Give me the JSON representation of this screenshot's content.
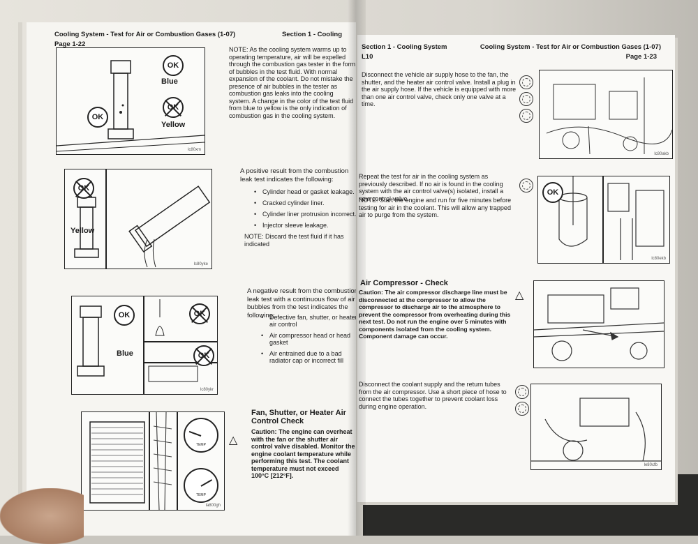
{
  "left_page": {
    "header_title": "Cooling System - Test for Air or Combustion Gases (1-07)",
    "header_page": "Page 1-22",
    "header_section": "Section 1 - Cooling",
    "fig1": {
      "ok_top": "OK",
      "blue": "Blue",
      "ok_mid": "OK",
      "x_mid": "OK",
      "yellow": "Yellow",
      "code": "lc80xm"
    },
    "para1": "NOTE: As the cooling system warms up to operating temperature, air will be expelled through the combustion gas tester in the form of bubbles in the test fluid. With normal expansion of the coolant. Do not mistake the presence of air bubbles in the tester as combustion gas leaks into the cooling system. A change in the color of the test fluid from blue to yellow is the only indication of combustion gas in the cooling system.",
    "fig2": {
      "x_top": "OK",
      "yellow": "Yellow",
      "code": "lc80yke"
    },
    "para2_intro": "A positive result from the combustion leak test indicates the following:",
    "para2_items": [
      "Cylinder head or gasket leakage.",
      "Cracked cylinder liner.",
      "Cylinder liner protrusion incorrect.",
      "Injector sleeve leakage."
    ],
    "para2_note": "NOTE: Discard the test fluid if it has indicated",
    "fig3": {
      "ok": "OK",
      "x1": "OK",
      "x2": "OK",
      "blue": "Blue",
      "code": "lc80ykr"
    },
    "para3_intro": "A negative result from the combustion leak test with a continuous flow of air bubbles from the test indicates the following:",
    "para3_items": [
      "Defective fan, shutter, or heater air control",
      "Air compressor head or head gasket",
      "Air entrained due to a bad radiator cap or incorrect fill"
    ],
    "fig4": {
      "temp1": "TEMP",
      "temp2": "TEMP",
      "code": "la800gh"
    },
    "heading4": "Fan, Shutter, or Heater Air Control Check",
    "caution4": "Caution: The engine can overheat with the fan or the shutter air control valve disabled. Monitor the engine coolant temperature while performing this test. The coolant temperature must not exceed 100°C [212°F]."
  },
  "right_page": {
    "header_section": "Section 1 - Cooling System",
    "header_model": "L10",
    "header_title": "Cooling System - Test for Air or Combustion Gases (1-07)",
    "header_page": "Page 1-23",
    "para1": "Disconnect the vehicle air supply hose to the fan, the shutter, and the heater air control valve. Install a plug in the air supply hose. If the vehicle is equipped with more than one air control valve, check only one valve at a time.",
    "fig1_code": "lc80akb",
    "para2": "Repeat the test for air in the cooling system as previously described. If no air is found in the cooling system with the air control valve(s) isolated, install a new control valve.",
    "para2_note": "NOTE: Start the engine and run for five minutes before testing for air in the coolant. This will allow any trapped air to purge from the system.",
    "fig2": {
      "ok": "OK",
      "code": "lc80ekb"
    },
    "heading3": "Air Compressor - Check",
    "caution3": "Caution: The air compressor discharge line must be disconnected at the compressor to allow the compressor to discharge air to the atmosphere to prevent the compressor from overheating during this next test. Do not run the engine over 5 minutes with components isolated from the cooling system. Component damage can occur.",
    "para4": "Disconnect the coolant supply and the return tubes from the air compressor. Use a short piece of hose to connect the tubes together to prevent coolant loss during engine operation.",
    "fig4_code": "le80cfb"
  }
}
